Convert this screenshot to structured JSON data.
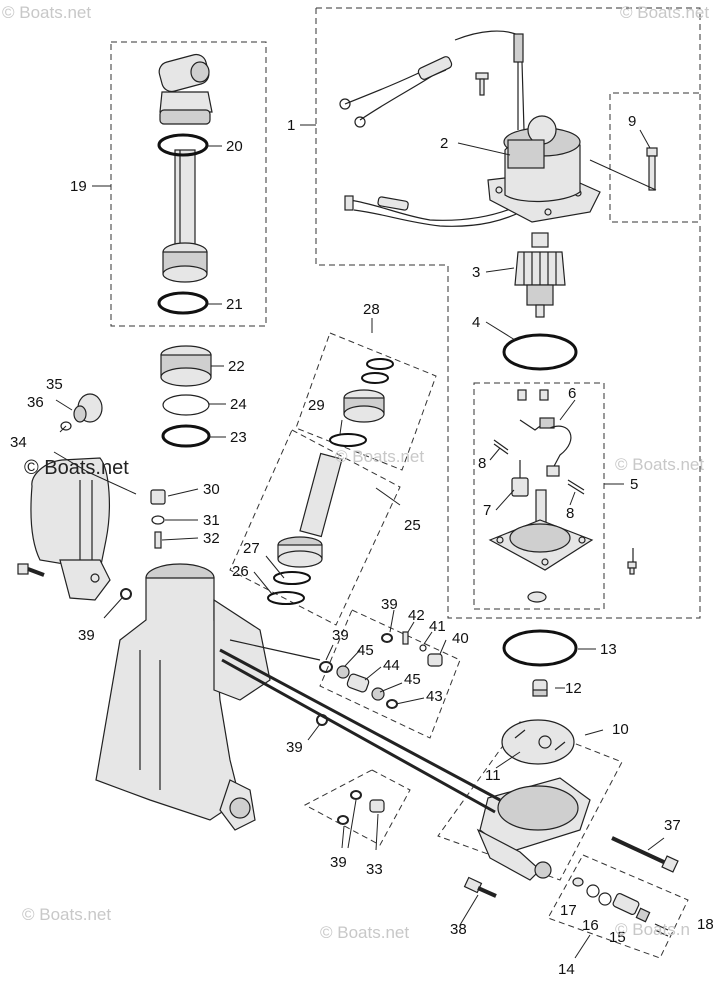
{
  "watermarks": [
    {
      "id": "wm-top-left",
      "text": "© Boats.net"
    },
    {
      "id": "wm-top-right",
      "text": "© Boats.net"
    },
    {
      "id": "wm-mid-left",
      "text": "© Boats.net"
    },
    {
      "id": "wm-mid-center",
      "text": "© Boats.net"
    },
    {
      "id": "wm-mid-right",
      "text": "© Boats.net"
    },
    {
      "id": "wm-bottom-left",
      "text": "© Boats.net"
    },
    {
      "id": "wm-bottom-center",
      "text": "© Boats.net"
    },
    {
      "id": "wm-bottom-right",
      "text": "© Boats.n"
    }
  ],
  "callouts": {
    "c1": "1",
    "c2": "2",
    "c3": "3",
    "c4": "4",
    "c5": "5",
    "c6": "6",
    "c7": "7",
    "c8a": "8",
    "c8b": "8",
    "c9": "9",
    "c10": "10",
    "c11": "11",
    "c12": "12",
    "c13": "13",
    "c14": "14",
    "c15": "15",
    "c16": "16",
    "c17": "17",
    "c18": "18",
    "c19": "19",
    "c20": "20",
    "c21": "21",
    "c22": "22",
    "c23": "23",
    "c24": "24",
    "c25": "25",
    "c26": "26",
    "c27": "27",
    "c28": "28",
    "c29": "29",
    "c30": "30",
    "c31": "31",
    "c32": "32",
    "c33": "33",
    "c34": "34",
    "c35": "35",
    "c36": "36",
    "c37": "37",
    "c38": "38",
    "c39a": "39",
    "c39b": "39",
    "c39c": "39",
    "c39d": "39",
    "c39e": "39",
    "c40": "40",
    "c41": "41",
    "c42": "42",
    "c43": "43",
    "c44": "44",
    "c45a": "45",
    "c45b": "45"
  }
}
